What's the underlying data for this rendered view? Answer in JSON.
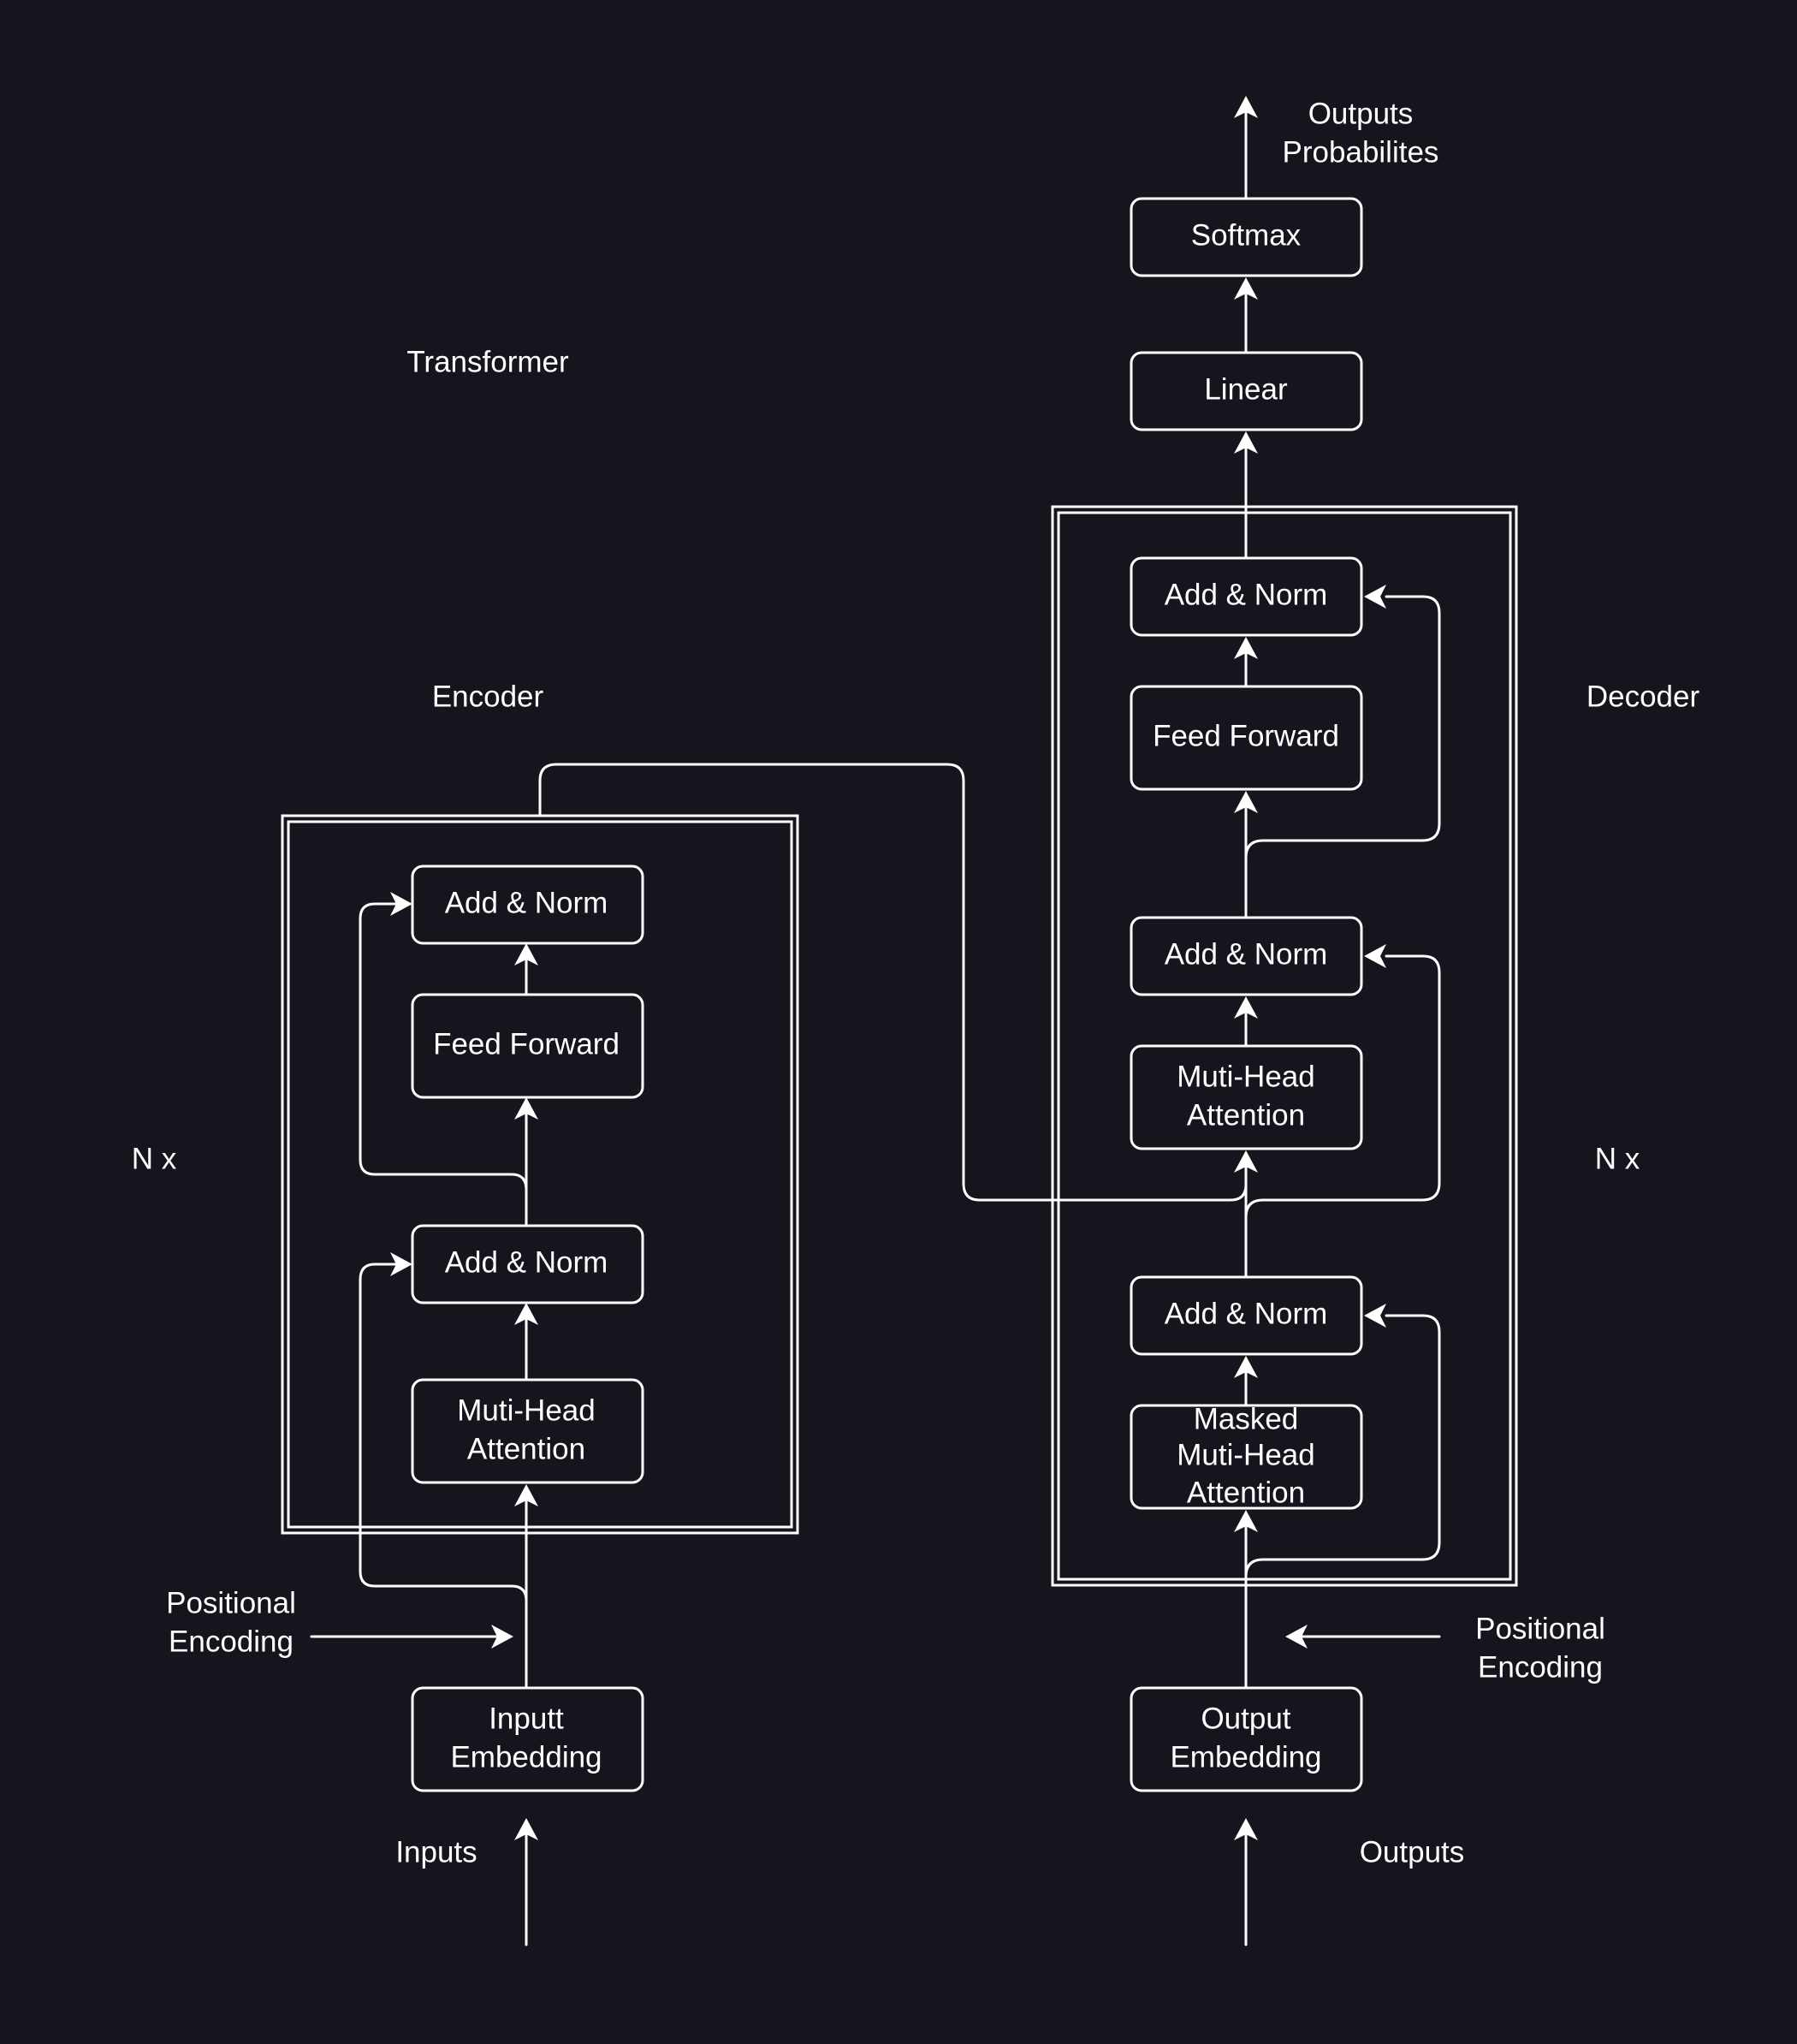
{
  "title": "Transformer",
  "encoder": {
    "title": "Encoder",
    "repeat_label": "N x",
    "blocks": {
      "add_norm_top": "Add & Norm",
      "feed_forward": "Feed Forward",
      "add_norm_bottom": "Add & Norm",
      "attention": [
        "Muti-Head",
        "Attention"
      ]
    },
    "embedding": [
      "Inputt",
      "Embedding"
    ],
    "positional_encoding": [
      "Positional",
      "Encoding"
    ],
    "input_label": "Inputs"
  },
  "decoder": {
    "title": "Decoder",
    "repeat_label": "N x",
    "blocks": {
      "add_norm_top": "Add & Norm",
      "feed_forward": "Feed Forward",
      "add_norm_middle": "Add & Norm",
      "cross_attention": [
        "Muti-Head",
        "Attention"
      ],
      "add_norm_bottom": "Add & Norm",
      "masked_attention": [
        "Masked",
        "Muti-Head",
        "Attention"
      ]
    },
    "embedding": [
      "Output",
      "Embedding"
    ],
    "positional_encoding": [
      "Positional",
      "Encoding"
    ],
    "output_label": "Outputs"
  },
  "head": {
    "linear": "Linear",
    "softmax": "Softmax",
    "output_probabilities": [
      "Outputs",
      "Probabilites"
    ]
  }
}
